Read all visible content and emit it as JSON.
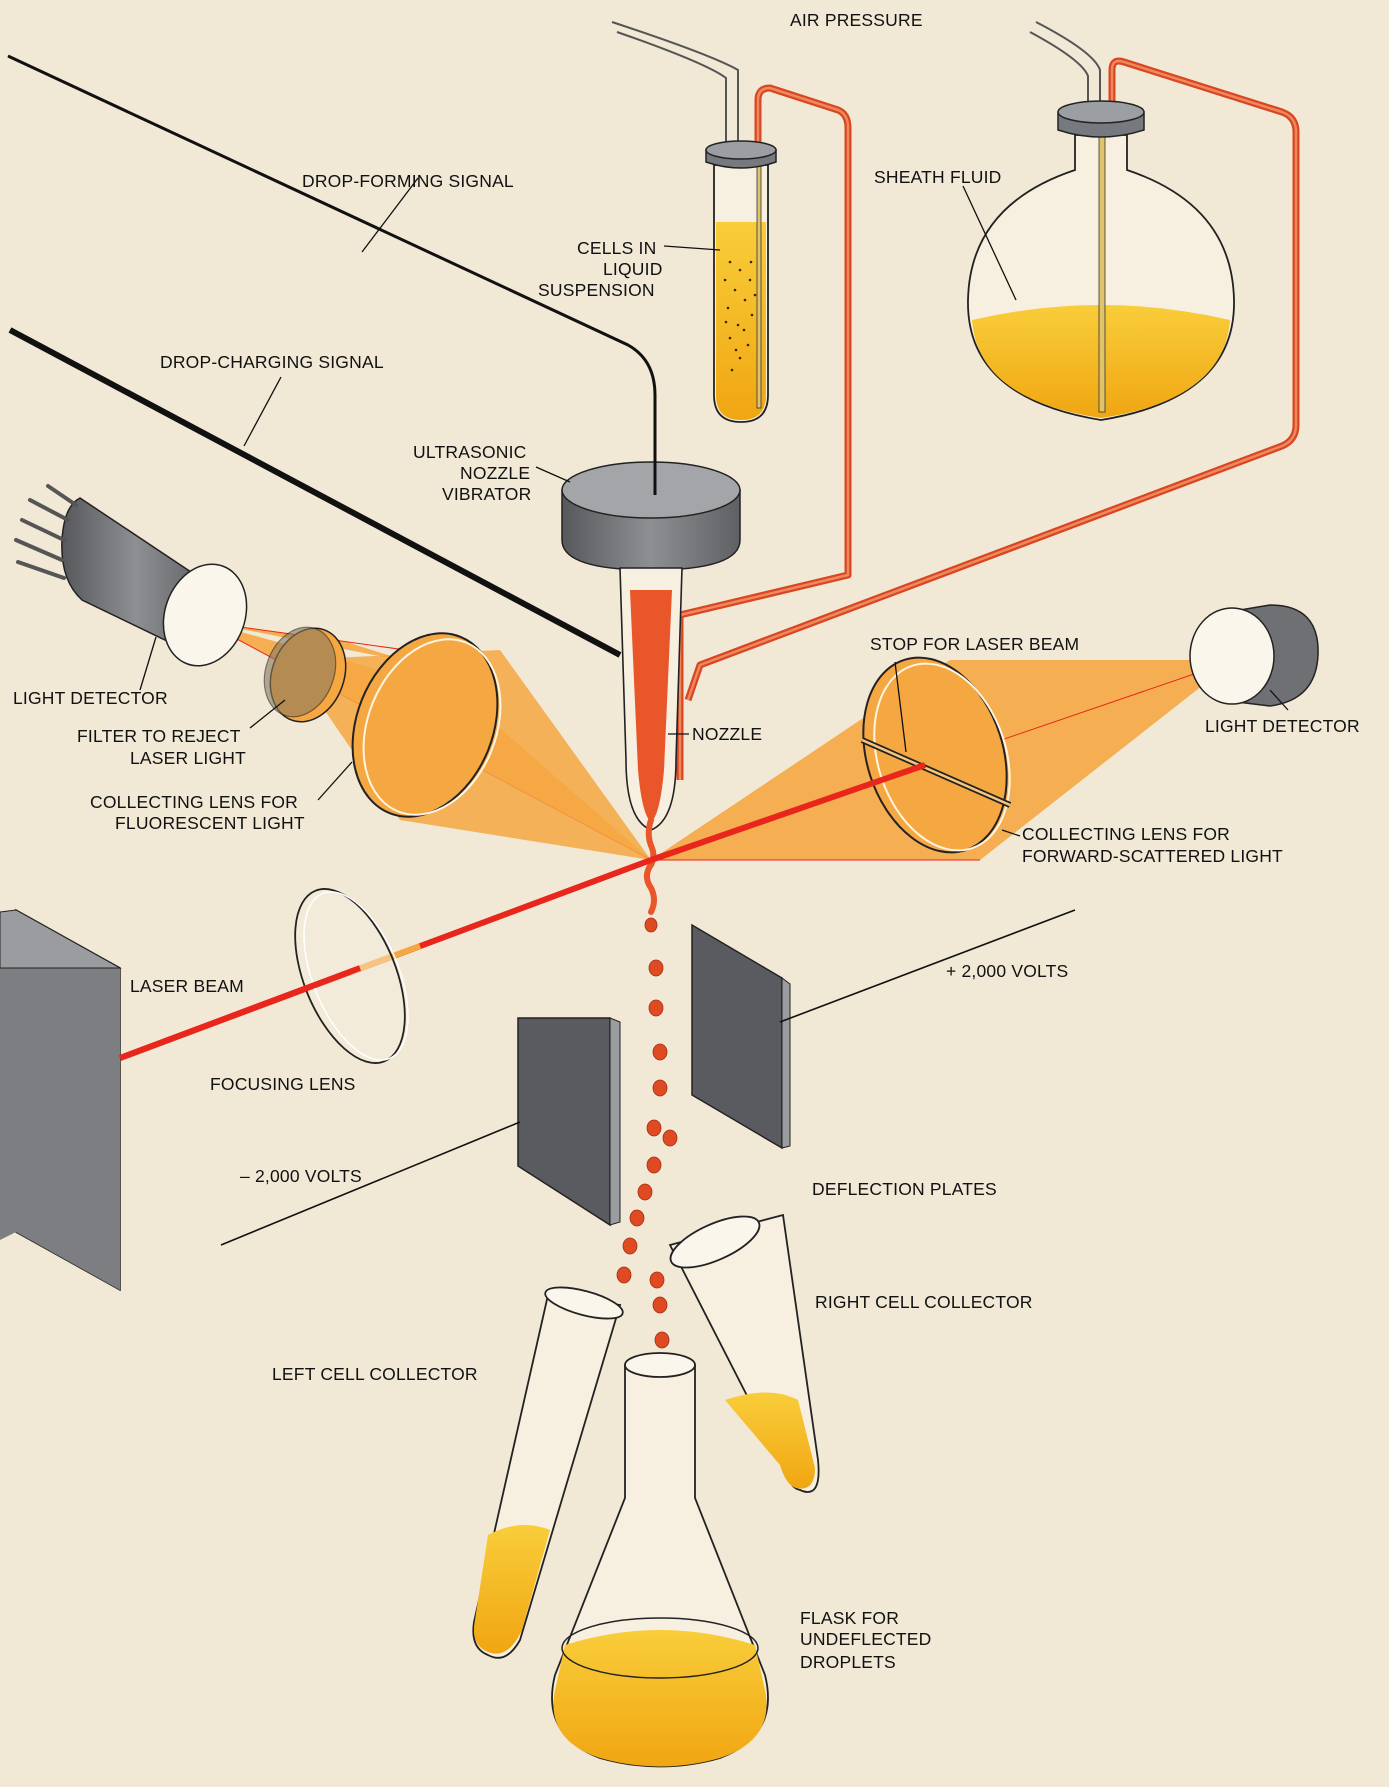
{
  "labels": {
    "air_pressure": "AIR PRESSURE",
    "drop_forming_signal": "DROP-FORMING SIGNAL",
    "drop_charging_signal": "DROP-CHARGING SIGNAL",
    "cells_1": "CELLS IN",
    "cells_2": "LIQUID",
    "cells_3": "SUSPENSION",
    "sheath_fluid": "SHEATH FLUID",
    "ultrasonic_1": "ULTRASONIC",
    "ultrasonic_2": "NOZZLE",
    "ultrasonic_3": "VIBRATOR",
    "light_detector_left": "LIGHT DETECTOR",
    "filter_1": "FILTER TO REJECT",
    "filter_2": "LASER LIGHT",
    "coll_fluor_1": "COLLECTING LENS FOR",
    "coll_fluor_2": "FLUORESCENT LIGHT",
    "nozzle": "NOZZLE",
    "stop_laser": "STOP FOR LASER BEAM",
    "light_detector_right": "LIGHT DETECTOR",
    "coll_fwd_1": "COLLECTING LENS FOR",
    "coll_fwd_2": "FORWARD-SCATTERED LIGHT",
    "laser_beam": "LASER BEAM",
    "plus_volts": "+ 2,000 VOLTS",
    "focusing_lens": "FOCUSING LENS",
    "minus_volts": "– 2,000 VOLTS",
    "deflection_plates": "DEFLECTION PLATES",
    "right_collector": "RIGHT CELL COLLECTOR",
    "left_collector": "LEFT CELL COLLECTOR",
    "flask_1": "FLASK FOR",
    "flask_2": "UNDEFLECTED",
    "flask_3": "DROPLETS"
  },
  "colors": {
    "background": "#f1e8d6",
    "fluid_yellow": "#f6b91a",
    "light_cone_orange": "#f5a742",
    "tube_orange": "#e8562a",
    "laser_red": "#e8261c",
    "device_gray": "#7d7f83"
  }
}
